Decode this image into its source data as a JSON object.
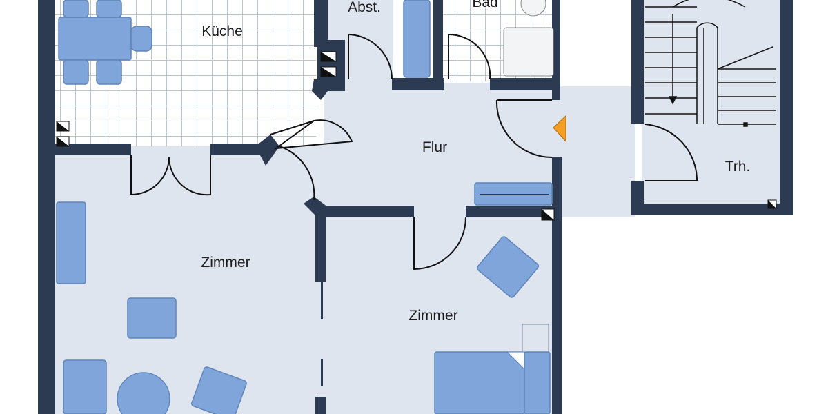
{
  "plan": {
    "rooms": [
      {
        "id": "kueche",
        "label": "Küche"
      },
      {
        "id": "abst",
        "label": "Abst."
      },
      {
        "id": "bad",
        "label": "Bad"
      },
      {
        "id": "flur",
        "label": "Flur"
      },
      {
        "id": "trh",
        "label": "Trh."
      },
      {
        "id": "zimmer-left",
        "label": "Zimmer"
      },
      {
        "id": "zimmer-right",
        "label": "Zimmer"
      }
    ],
    "colors": {
      "wall": "#2c3a52",
      "floor": "#dfe5ef",
      "furniture": "#7fa5da",
      "tile": "#ffffff",
      "entrance_marker": "#f4a024"
    }
  }
}
